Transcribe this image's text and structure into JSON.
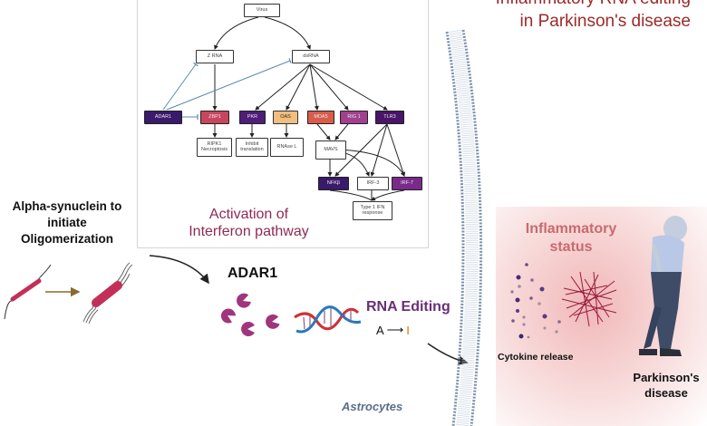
{
  "title": {
    "line1": "Inflammatory RNA editing",
    "line2": "in Parkinson's disease"
  },
  "pathway_panel": {
    "caption_line1": "Activation of",
    "caption_line2": "Interferon pathway",
    "nodes": {
      "virus": "Virus",
      "zrna": "Z RNA",
      "dsrna": "dsRNA",
      "adar1": "ADAR1",
      "zbp1": "ZBP1",
      "pkr": "PKR",
      "oas": "OAS",
      "mda5": "MDA5",
      "rig1": "RIG 1",
      "tlr3": "TLR3",
      "ripk1_l1": "RIPK1",
      "ripk1_l2": "Necroptosis",
      "inhibit_l1": "Inhibit",
      "inhibit_l2": "translation",
      "rnase": "RNAse L",
      "mavs": "MAVS",
      "nfkb": "NFKβ",
      "irf3": "IRF-3",
      "irf7": "IRF-7",
      "ifn_l1": "Type 1 IFN",
      "ifn_l2": "response"
    },
    "colors": {
      "adar1": "#3a1a6a",
      "zbp1": "#c8455e",
      "pkr": "#4e1e78",
      "oas": "#efbe80",
      "mda5": "#d95c4a",
      "rig1": "#a1408e",
      "tlr3": "#4a1468",
      "nfkb": "#3a1a6a",
      "irf7": "#7a2a8a",
      "inhibit_arrow": "#5a8ab0"
    }
  },
  "left": {
    "alpha_line1": "Alpha-synuclein to",
    "alpha_line2": "initiate",
    "alpha_line3": "Oligomerization"
  },
  "middle": {
    "adar_label": "ADAR1",
    "rna_editing": "RNA Editing",
    "a_label": "A",
    "i_label": "I",
    "astrocytes": "Astrocytes"
  },
  "right": {
    "inflam_line1": "Inflammatory",
    "inflam_line2": "status",
    "cytokine": "Cytokine release",
    "pd_line1": "Parkinson's",
    "pd_line2": "disease"
  }
}
